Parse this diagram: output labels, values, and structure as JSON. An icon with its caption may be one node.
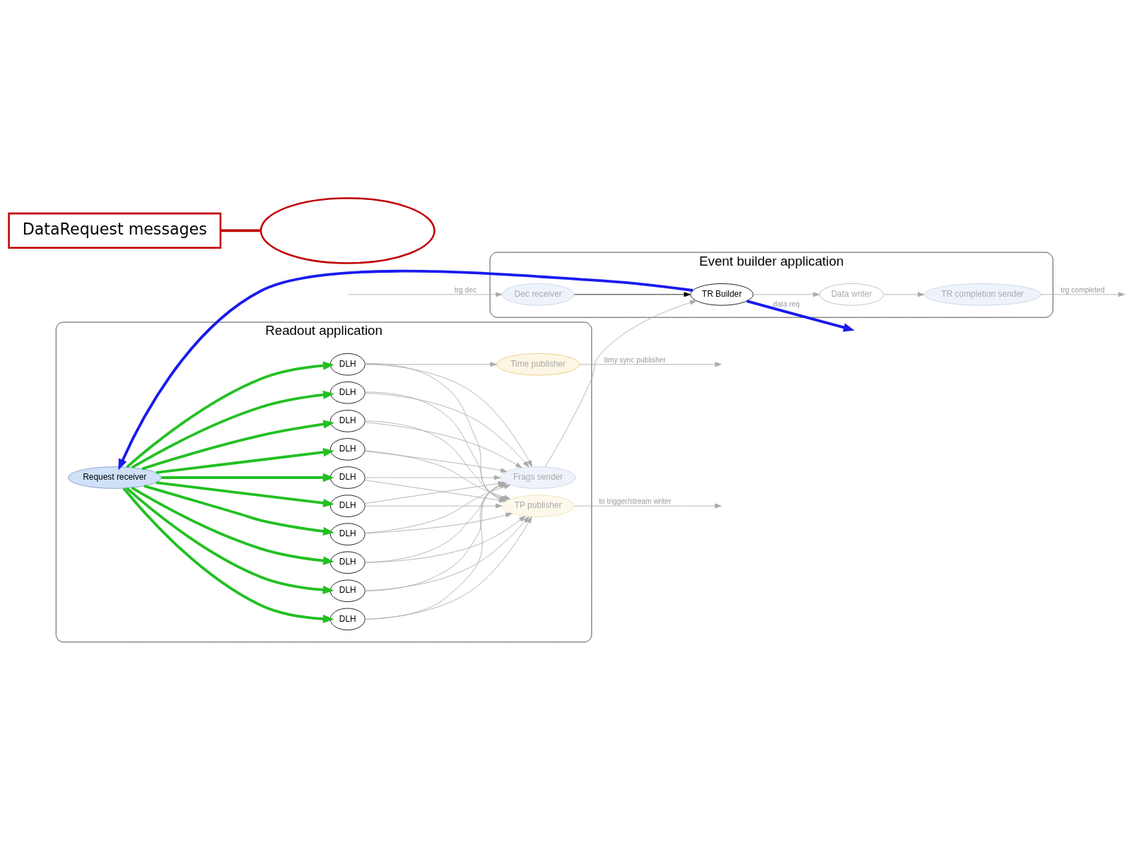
{
  "diagram": {
    "nodes": [
      {
        "text": [
          "Readout application"
        ]
      },
      {
        "text": [
          "DLH"
        ],
        "in": 0
      },
      {
        "text": [
          "DLH"
        ],
        "in": 0
      },
      {
        "text": [
          "DLH"
        ],
        "in": 0
      },
      {
        "text": [
          "DLH"
        ],
        "in": 0
      },
      {
        "text": [
          "DLH"
        ],
        "in": 0
      },
      {
        "text": [
          "DLH"
        ],
        "in": 0
      },
      {
        "text": [
          "DLH"
        ],
        "in": 0
      },
      {
        "text": [
          "DLH"
        ],
        "in": 0
      },
      {
        "text": [
          "DLH"
        ],
        "in": 0
      },
      {
        "text": [
          "DLH"
        ],
        "in": 0
      },
      {
        "text": [
          "Request receiver"
        ],
        "in": 0
      },
      {
        "text": [
          "Time publisher"
        ],
        "in": 0
      },
      {
        "text": [
          "Frags sender"
        ],
        "in": 0
      },
      {
        "text": [
          "TP publisher"
        ],
        "in": 0
      },
      {
        "text": [
          "Event builder application"
        ]
      },
      {
        "text": [
          "Dec receiver"
        ],
        "in": 15
      },
      {
        "text": [
          "TR completion sender"
        ],
        "in": 15
      },
      {
        "text": [
          "TR Builder"
        ],
        "in": 15
      },
      {
        "text": [
          "Data writer"
        ],
        "in": 15
      },
      {
        "text": [
          "DataRequest messages"
        ]
      },
      {
        "text": [],
        "shape": "ellipse"
      }
    ],
    "edges": [
      {
        "from": 11,
        "to": 1,
        "arrow": "to",
        "style": "thick",
        "color": "#22c022"
      },
      {
        "from": 11,
        "to": 2,
        "arrow": "to",
        "style": "thick",
        "color": "#22c022"
      },
      {
        "from": 11,
        "to": 3,
        "arrow": "to",
        "style": "thick",
        "color": "#22c022"
      },
      {
        "from": 11,
        "to": 4,
        "arrow": "to",
        "style": "thick",
        "color": "#22c022"
      },
      {
        "from": 11,
        "to": 5,
        "arrow": "to",
        "style": "thick",
        "color": "#22c022"
      },
      {
        "from": 11,
        "to": 6,
        "arrow": "to",
        "style": "thick",
        "color": "#22c022"
      },
      {
        "from": 11,
        "to": 7,
        "arrow": "to",
        "style": "thick",
        "color": "#22c022"
      },
      {
        "from": 11,
        "to": 8,
        "arrow": "to",
        "style": "thick",
        "color": "#22c022"
      },
      {
        "from": 11,
        "to": 9,
        "arrow": "to",
        "style": "thick",
        "color": "#22c022"
      },
      {
        "from": 11,
        "to": 10,
        "arrow": "to",
        "style": "thick",
        "color": "#22c022"
      },
      {
        "from": 18,
        "to": 11,
        "arrow": "to",
        "style": "thick",
        "color": "#1a1aee"
      },
      {
        "from": 18,
        "to": null,
        "arrow": "to",
        "label": "data req",
        "style": "thick",
        "color": "#1a1aee"
      },
      {
        "from": null,
        "to": 16,
        "arrow": "to",
        "label": "trg dec"
      },
      {
        "from": 16,
        "to": 18,
        "arrow": "to",
        "color": "#000000"
      },
      {
        "from": 17,
        "to": null,
        "arrow": "to",
        "label": "trg completed"
      },
      {
        "from": 18,
        "to": 19,
        "arrow": "to"
      },
      {
        "from": 19,
        "to": 17,
        "arrow": "to"
      },
      {
        "from": 10,
        "to": 12,
        "arrow": "to"
      },
      {
        "from": 12,
        "to": null,
        "arrow": "to",
        "label": "timy sync publisher"
      },
      {
        "from": 14,
        "to": null,
        "arrow": "to",
        "label": "to trigger/stream writer"
      },
      {
        "from": 13,
        "to": 18,
        "arrow": "to"
      },
      {
        "from": 1,
        "to": 13,
        "arrow": "to"
      },
      {
        "from": 2,
        "to": 13,
        "arrow": "to"
      },
      {
        "from": 3,
        "to": 13,
        "arrow": "to"
      },
      {
        "from": 4,
        "to": 13,
        "arrow": "to"
      },
      {
        "from": 5,
        "to": 13,
        "arrow": "to"
      },
      {
        "from": 6,
        "to": 13,
        "arrow": "to"
      },
      {
        "from": 7,
        "to": 13,
        "arrow": "to"
      },
      {
        "from": 8,
        "to": 13,
        "arrow": "to"
      },
      {
        "from": 9,
        "to": 13,
        "arrow": "to"
      },
      {
        "from": 10,
        "to": 13,
        "arrow": "to"
      },
      {
        "from": 1,
        "to": 14,
        "arrow": "to"
      },
      {
        "from": 2,
        "to": 14,
        "arrow": "to"
      },
      {
        "from": 3,
        "to": 14,
        "arrow": "to"
      },
      {
        "from": 4,
        "to": 14,
        "arrow": "to"
      },
      {
        "from": 5,
        "to": 14,
        "arrow": "to"
      },
      {
        "from": 6,
        "to": 14,
        "arrow": "to"
      },
      {
        "from": 7,
        "to": 14,
        "arrow": "to"
      },
      {
        "from": 8,
        "to": 14,
        "arrow": "to"
      },
      {
        "from": 9,
        "to": 14,
        "arrow": "to"
      },
      {
        "from": 10,
        "to": 14,
        "arrow": "to"
      },
      {
        "from": 20,
        "to": 21,
        "arrow": "none",
        "color": "#c00000",
        "style": "thick"
      }
    ]
  }
}
